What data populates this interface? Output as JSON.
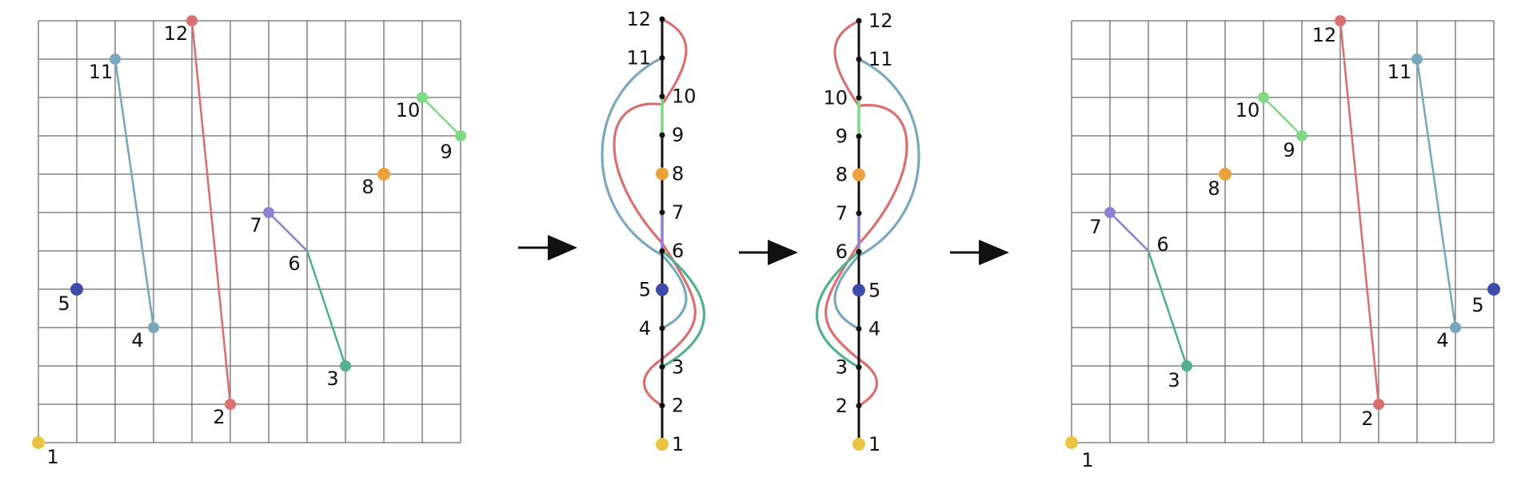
{
  "colors": {
    "red": "#d9706f",
    "blue": "#78a8be",
    "green": "#7edb84",
    "teal": "#52b08e",
    "purple": "#8f80d6",
    "orange": "#eca23c",
    "yellow": "#e9c441",
    "navy": "#3e4bab",
    "grid": "#6b6b6b",
    "black": "#111111"
  },
  "left_grid": {
    "cells": 11,
    "points": [
      {
        "label": "1",
        "col": 0,
        "row": 0,
        "color": "yellow"
      },
      {
        "label": "2",
        "col": 5,
        "row": 1,
        "color": "red"
      },
      {
        "label": "3",
        "col": 8,
        "row": 2,
        "color": "teal"
      },
      {
        "label": "4",
        "col": 3,
        "row": 3,
        "color": "blue"
      },
      {
        "label": "5",
        "col": 1,
        "row": 4,
        "color": "navy"
      },
      {
        "label": "6",
        "col": 7,
        "row": 5,
        "color": null
      },
      {
        "label": "7",
        "col": 6,
        "row": 6,
        "color": "purple"
      },
      {
        "label": "8",
        "col": 9,
        "row": 7,
        "color": "orange"
      },
      {
        "label": "9",
        "col": 11,
        "row": 8,
        "color": "green"
      },
      {
        "label": "10",
        "col": 10,
        "row": 9,
        "color": "green"
      },
      {
        "label": "11",
        "col": 2,
        "row": 10,
        "color": "blue"
      },
      {
        "label": "12",
        "col": 4,
        "row": 11,
        "color": "red"
      }
    ],
    "segments": [
      {
        "from": "2",
        "to": "12",
        "color": "red"
      },
      {
        "from": "4",
        "to": "11",
        "color": "blue"
      },
      {
        "from": "3",
        "to": "6",
        "color": "teal"
      },
      {
        "from": "6",
        "to": "7",
        "color": "purple"
      },
      {
        "from": "9",
        "to": "10",
        "color": "green"
      }
    ]
  },
  "right_grid": {
    "cells": 11,
    "points": [
      {
        "label": "1",
        "col": 0,
        "row": 0,
        "color": "yellow"
      },
      {
        "label": "2",
        "col": 8,
        "row": 1,
        "color": "red"
      },
      {
        "label": "3",
        "col": 3,
        "row": 2,
        "color": "teal"
      },
      {
        "label": "4",
        "col": 10,
        "row": 3,
        "color": "blue"
      },
      {
        "label": "5",
        "col": 11,
        "row": 4,
        "color": "navy"
      },
      {
        "label": "6",
        "col": 2,
        "row": 5,
        "color": null
      },
      {
        "label": "7",
        "col": 1,
        "row": 6,
        "color": "purple"
      },
      {
        "label": "8",
        "col": 4,
        "row": 7,
        "color": "orange"
      },
      {
        "label": "9",
        "col": 6,
        "row": 8,
        "color": "green"
      },
      {
        "label": "10",
        "col": 5,
        "row": 9,
        "color": "green"
      },
      {
        "label": "11",
        "col": 9,
        "row": 10,
        "color": "blue"
      },
      {
        "label": "12",
        "col": 7,
        "row": 11,
        "color": "red"
      }
    ],
    "segments": [
      {
        "from": "2",
        "to": "12",
        "color": "red"
      },
      {
        "from": "4",
        "to": "11",
        "color": "blue"
      },
      {
        "from": "3",
        "to": "6",
        "color": "teal"
      },
      {
        "from": "6",
        "to": "7",
        "color": "purple"
      },
      {
        "from": "9",
        "to": "10",
        "color": "green"
      }
    ]
  },
  "line_left": {
    "labels": [
      "1",
      "2",
      "3",
      "4",
      "5",
      "6",
      "7",
      "8",
      "9",
      "10",
      "11",
      "12"
    ],
    "straight_links": [
      {
        "from": "9",
        "to": "10",
        "color": "green"
      },
      {
        "from": "6",
        "to": "7",
        "color": "purple"
      }
    ],
    "arcs": [
      {
        "from": "2",
        "to": "12",
        "color": "red",
        "side": "both"
      },
      {
        "from": "4",
        "to": "11",
        "color": "blue",
        "side": "both"
      },
      {
        "from": "3",
        "to": "6",
        "color": "teal",
        "side": "right"
      }
    ]
  },
  "line_right": {
    "labels": [
      "1",
      "2",
      "3",
      "4",
      "5",
      "6",
      "7",
      "8",
      "9",
      "10",
      "11",
      "12"
    ],
    "straight_links": [
      {
        "from": "9",
        "to": "10",
        "color": "green"
      },
      {
        "from": "6",
        "to": "7",
        "color": "purple"
      }
    ],
    "arcs": [
      {
        "from": "2",
        "to": "12",
        "color": "red",
        "side": "both"
      },
      {
        "from": "4",
        "to": "11",
        "color": "blue",
        "side": "both"
      },
      {
        "from": "3",
        "to": "6",
        "color": "teal",
        "side": "left"
      }
    ]
  }
}
